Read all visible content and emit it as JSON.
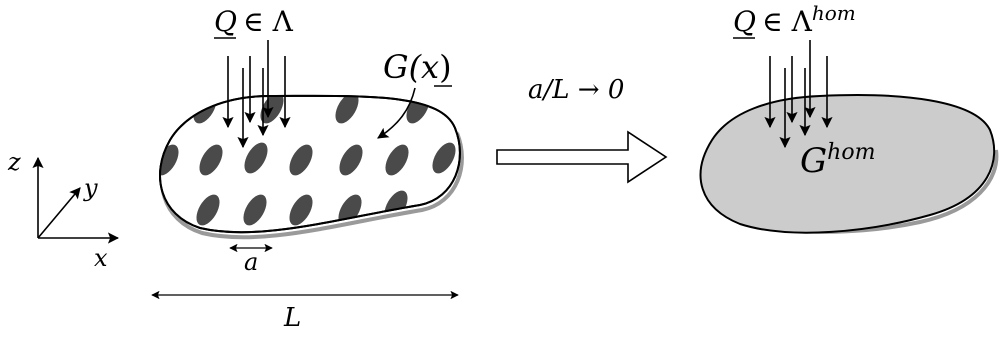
{
  "axes": {
    "z": "z",
    "y": "y",
    "x": "x"
  },
  "left_body": {
    "load_var": "Q",
    "load_set": "∈ Λ",
    "modulus_func": "G(",
    "modulus_arg": "x",
    "modulus_close": ")",
    "inclusion_size": "a",
    "body_length": "L"
  },
  "transition_label": "a/L → 0",
  "right_body": {
    "load_var": "Q",
    "load_set": "∈ Λ",
    "load_set_sup": "hom",
    "modulus": "G",
    "modulus_sup": "hom"
  },
  "colors": {
    "inclusion": "#4a4a4a",
    "homogenized_fill": "#cccccc",
    "shadow": "#9a9a9a",
    "stroke": "#000000"
  }
}
